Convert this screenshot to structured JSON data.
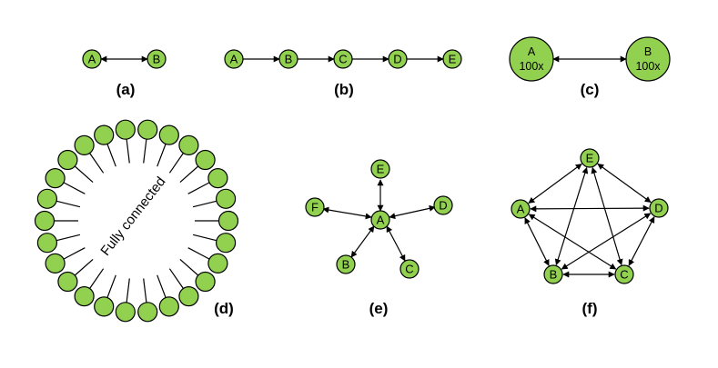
{
  "panels": {
    "a": {
      "caption": "(a)",
      "nodes": [
        {
          "id": "A",
          "label": "A"
        },
        {
          "id": "B",
          "label": "B"
        }
      ]
    },
    "b": {
      "caption": "(b)",
      "nodes": [
        {
          "id": "A",
          "label": "A"
        },
        {
          "id": "B",
          "label": "B"
        },
        {
          "id": "C",
          "label": "C"
        },
        {
          "id": "D",
          "label": "D"
        },
        {
          "id": "E",
          "label": "E"
        }
      ]
    },
    "c": {
      "caption": "(c)",
      "nodes": [
        {
          "id": "A",
          "label": "A",
          "sublabel": "100x"
        },
        {
          "id": "B",
          "label": "B",
          "sublabel": "100x"
        }
      ]
    },
    "d": {
      "caption": "(d)",
      "center_text": "Fully connected",
      "node_count": 26
    },
    "e": {
      "caption": "(e)",
      "nodes": [
        {
          "id": "A",
          "label": "A"
        },
        {
          "id": "B",
          "label": "B"
        },
        {
          "id": "C",
          "label": "C"
        },
        {
          "id": "D",
          "label": "D"
        },
        {
          "id": "E",
          "label": "E"
        },
        {
          "id": "F",
          "label": "F"
        }
      ]
    },
    "f": {
      "caption": "(f)",
      "nodes": [
        {
          "id": "A",
          "label": "A"
        },
        {
          "id": "B",
          "label": "B"
        },
        {
          "id": "C",
          "label": "C"
        },
        {
          "id": "D",
          "label": "D"
        },
        {
          "id": "E",
          "label": "E"
        }
      ]
    }
  },
  "colors": {
    "node_fill": "#92d050",
    "stroke": "#000000"
  }
}
